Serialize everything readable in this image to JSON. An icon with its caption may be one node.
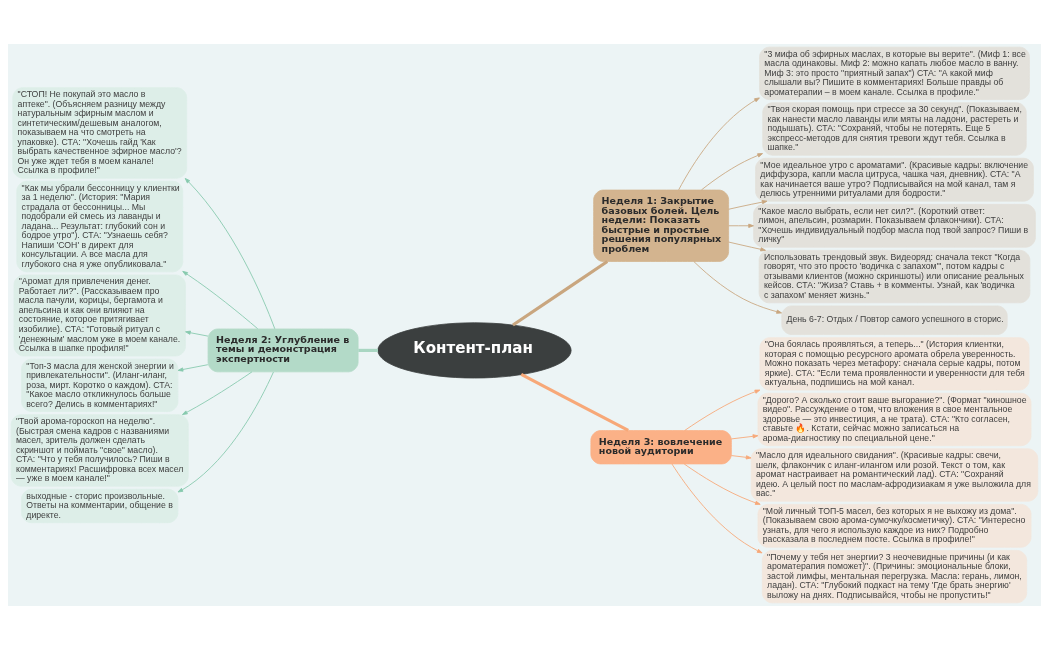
{
  "diagram": {
    "nodes": [
      {
        "text": [
          "Контент-план"
        ]
      },
      {
        "text": [
          "Неделя 1: Закрытие базовых болей. Цель недели: Показать быстрые и простые решения популярных проблем"
        ]
      },
      {
        "text": [
          "\"3 мифа об эфирных маслах, в которые вы верите\". (Миф 1: все масла одинаковы. Миф 2: можно капать любое масло в ванну. Миф 3: это просто \"приятный запах\") СТА: \"А какой миф слышали вы? Пишите в комментариях! Больше правды об ароматерапии – в моем канале. Ссылка в профиле.\""
        ]
      },
      {
        "text": [
          "\"Твоя скорая помощь при стрессе за 30 секунд\". (Показываем, как нанести масло лаванды или мяты на ладони, растереть и подышать). СТА: \"Сохраняй, чтобы не потерять. Еще 5 экспресс-методов для снятия тревоги ждут тебя. Ссылка в шапке.\""
        ]
      },
      {
        "text": [
          "\"Мое идеальное утро с ароматами\". (Красивые кадры: включение диффузора, капли масла цитруса, чашка чая, дневник). СТА: \"А как начинается ваше утро? Подписывайся на мой канал, там я делюсь утренними ритуалами для бодрости.\""
        ]
      },
      {
        "text": [
          "\"Какое масло выбрать, если нет сил?\". (Короткий ответ: лимон, апельсин, розмарин. Показываем флакончики). СТА: \"Хочешь индивидуальный подбор масла под твой запрос? Пиши в личку\""
        ]
      },
      {
        "text": [
          "Использовать трендовый звук. Видеоряд: сначала текст \"Когда говорят, что это просто 'водичка с запахом'\", потом кадры с отзывами клиентов (можно скриншоты) или описание реальных кейсов. СТА: \"Жиза? Ставь + в комменты. Узнай, как 'водичка с запахом' меняет жизнь.\""
        ]
      },
      {
        "text": [
          "День 6-7: Отдых / Повтор самого успешного в сторис."
        ]
      },
      {
        "text": [
          "Неделя 2: Углубление в темы и демонстрация экспертности"
        ]
      },
      {
        "text": [
          "\"СТОП! Не покупай это масло в аптеке\". (Объясняем разницу между натуральным эфирным маслом и синтетическим/дешевым аналогом, показываем на что смотреть на упаковке). СТА: \"Хочешь гайд 'Как выбрать качественное эфирное масло'? Он уже ждет тебя в моем канале! Ссылка в профиле!\""
        ]
      },
      {
        "text": [
          "\"Как мы убрали бессонницу у клиентки за 1 неделю\". (История: \"Мария страдала от бессонницы... Мы подобрали ей смесь из лаванды и ладана... Результат: глубокий сон и бодрое утро\"). СТА: \"Узнаешь себя? Напиши 'СОН' в директ для консультации. А все масла для глубокого сна я уже опубликовала.\""
        ]
      },
      {
        "text": [
          "\"Аромат для привлечения денег. Работает ли?\". (Рассказываем про масла пачули, корицы, бергамота и апельсина и как они влияют на состояние, которое притягивает изобилие). СТА: \"Готовый ритуал с 'денежным' маслом уже в моем канале. Ссылка в шапке профиля!\""
        ]
      },
      {
        "text": [
          "\"Топ-3 масла для женской энергии и привлекательности\". (Иланг-иланг, роза, мирт. Коротко о каждом). СТА: \"Какое масло откликнулось больше всего? Делись в комментариях!\""
        ]
      },
      {
        "text": [
          "\"Твой арома-гороскоп на неделю\". (Быстрая смена кадров с названиями масел, зритель должен сделать скриншот и поймать \"свое\" масло). СТА: \"Что у тебя получилось? Пиши в комментариях! Расшифровка всех масел — уже в моем канале!\""
        ]
      },
      {
        "text": [
          "выходные - сторис произвольные. Ответы на комментарии, общение в директе."
        ]
      },
      {
        "text": [
          "Неделя 3: вовлечение новой аудитории"
        ]
      },
      {
        "text": [
          "\"Она боялась проявляться, а теперь...\" (История клиентки, которая с помощью ресурсного аромата обрела уверенность. Можно показать через метафору: сначала серые кадры, потом яркие). СТА: \"Если тема проявленности и уверенности для тебя актуальна, подпишись на мой канал."
        ]
      },
      {
        "text": [
          "\"Дорого? А сколько стоит ваше выгорание?\". (Формат \"киношное видео\". Рассуждение о том, что вложения в свое ментальное здоровье — это инвестиция, а не трата). СТА: \"Кто согласен, ставьте 🔥. Кстати, сейчас можно записаться на арома-диагностику по специальной цене.\""
        ]
      },
      {
        "text": [
          "\"Масло для идеального свидания\". (Красивые кадры: свечи, шелк, флакончик с иланг-илангом или розой. Текст о том, как аромат настраивает на романтический лад). СТА: \"Сохраняй идею. А целый пост по маслам-афродизиакам я уже выложила для вас.\""
        ]
      },
      {
        "text": [
          "\"Мой личный ТОП-5 масел, без которых я не выхожу из дома\". (Показываем свою арома-сумочку/косметичку). СТА: \"Интересно узнать, для чего я использую каждое из них? Подробно рассказала в последнем посте. Ссылка в профиле!\""
        ]
      },
      {
        "text": [
          "\"Почему у тебя нет энергии? 3 неочевидные причины (и как ароматерапия поможет)\". (Причины: эмоциональные блоки, застой лимфы, ментальная перегрузка. Масла: герань, лимон, ладан). СТА: \"Глубокий подкаст на тему 'Где брать энергию' выложу на днях. Подписывайся, чтобы не пропустить!\""
        ]
      }
    ],
    "edges": [
      {
        "from": 0,
        "to": 1,
        "arrow": "none",
        "style": "thick",
        "color": "#c9a67f"
      },
      {
        "from": 0,
        "to": 8,
        "arrow": "none",
        "style": "thick",
        "color": "#a9d6c2"
      },
      {
        "from": 0,
        "to": 15,
        "arrow": "none",
        "style": "thick",
        "color": "#f7a878"
      },
      {
        "from": 1,
        "to": 2,
        "arrow": "to",
        "color": "#c9a67f"
      },
      {
        "from": 1,
        "to": 3,
        "arrow": "to",
        "color": "#c9a67f"
      },
      {
        "from": 1,
        "to": 4,
        "arrow": "to",
        "color": "#c9a67f"
      },
      {
        "from": 1,
        "to": 5,
        "arrow": "to",
        "color": "#c9a67f"
      },
      {
        "from": 1,
        "to": 6,
        "arrow": "to",
        "color": "#c9a67f"
      },
      {
        "from": 1,
        "to": 7,
        "arrow": "to",
        "color": "#c9a67f"
      },
      {
        "from": 8,
        "to": 9,
        "arrow": "to",
        "color": "#86c9ad"
      },
      {
        "from": 8,
        "to": 10,
        "arrow": "to",
        "color": "#86c9ad"
      },
      {
        "from": 8,
        "to": 11,
        "arrow": "to",
        "color": "#86c9ad"
      },
      {
        "from": 8,
        "to": 12,
        "arrow": "to",
        "color": "#86c9ad"
      },
      {
        "from": 8,
        "to": 13,
        "arrow": "to",
        "color": "#86c9ad"
      },
      {
        "from": 8,
        "to": 14,
        "arrow": "to",
        "color": "#86c9ad"
      },
      {
        "from": 15,
        "to": 16,
        "arrow": "to",
        "color": "#f7a878"
      },
      {
        "from": 15,
        "to": 17,
        "arrow": "to",
        "color": "#f7a878"
      },
      {
        "from": 15,
        "to": 18,
        "arrow": "to",
        "color": "#f7a878"
      },
      {
        "from": 15,
        "to": 19,
        "arrow": "to",
        "color": "#f7a878"
      },
      {
        "from": 15,
        "to": 20,
        "arrow": "to",
        "color": "#f7a878"
      }
    ]
  }
}
